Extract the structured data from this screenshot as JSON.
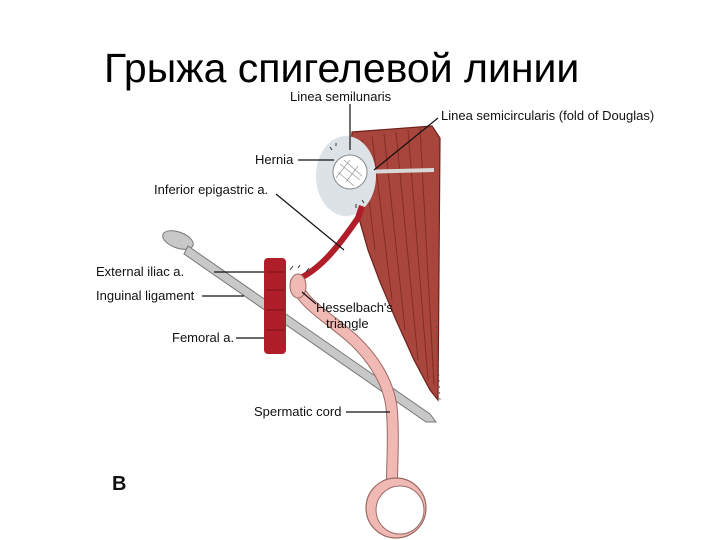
{
  "slide": {
    "title": "Грыжа спигелевой линии"
  },
  "figure": {
    "panel_letter": "B",
    "labels": {
      "linea_semilunaris": "Linea semilunaris",
      "linea_semicircularis": "Linea semicircularis (fold of Douglas)",
      "hernia": "Hernia",
      "inferior_epigastric": "Inferior epigastric a.",
      "external_iliac": "External iliac a.",
      "inguinal_ligament": "Inguinal ligament",
      "femoral": "Femoral a.",
      "hesselbach_1": "Hesselbach's",
      "hesselbach_2": "triangle",
      "spermatic_cord": "Spermatic cord"
    },
    "colors": {
      "muscle": "#a8453c",
      "muscle_dark": "#6e1f1a",
      "artery": "#b01e2a",
      "ligament": "#c8c8c8",
      "cord": "#f1b9b4",
      "hernia_halo": "#dce2e6"
    }
  }
}
